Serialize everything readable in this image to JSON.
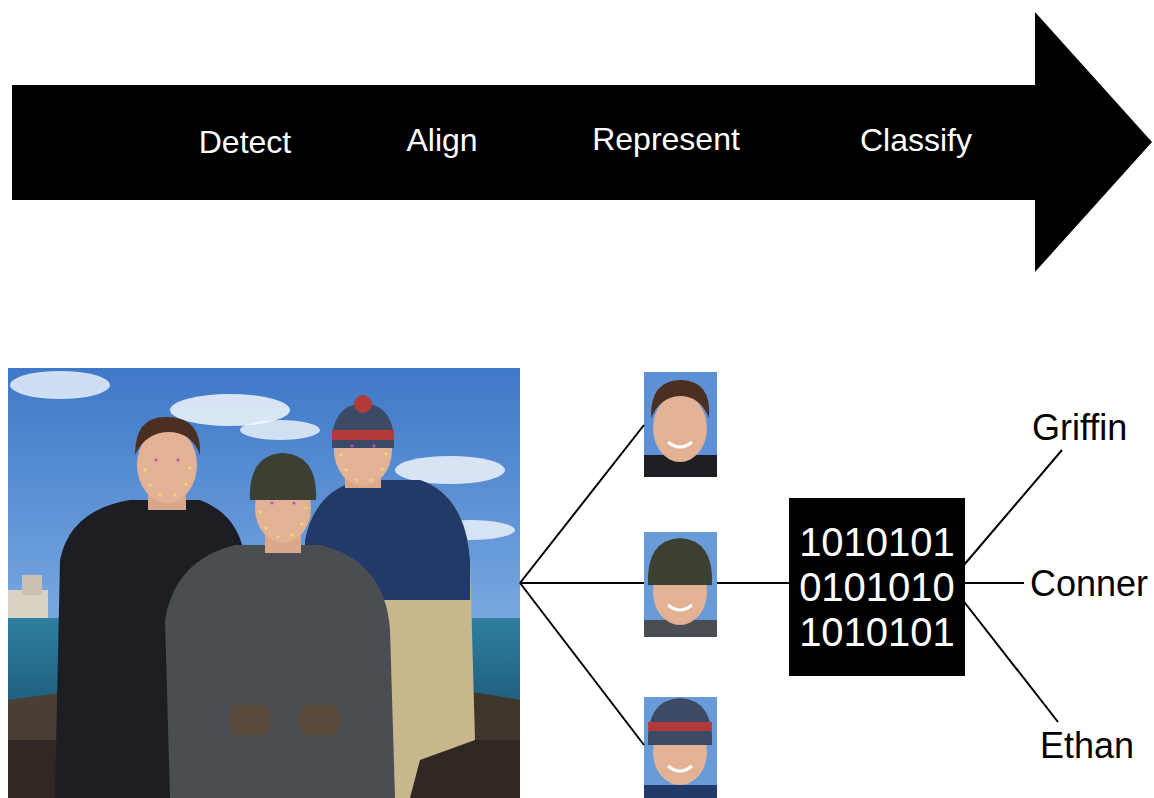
{
  "diagram": {
    "nodes": [
      {
        "text": [
          "Detect",
          "Align",
          "Represent",
          "Classify"
        ]
      },
      {
        "text": [
          "1010101 0101010 1010101"
        ]
      }
    ],
    "labels": [
      "Griffin",
      "Conner",
      "Ethan"
    ]
  }
}
